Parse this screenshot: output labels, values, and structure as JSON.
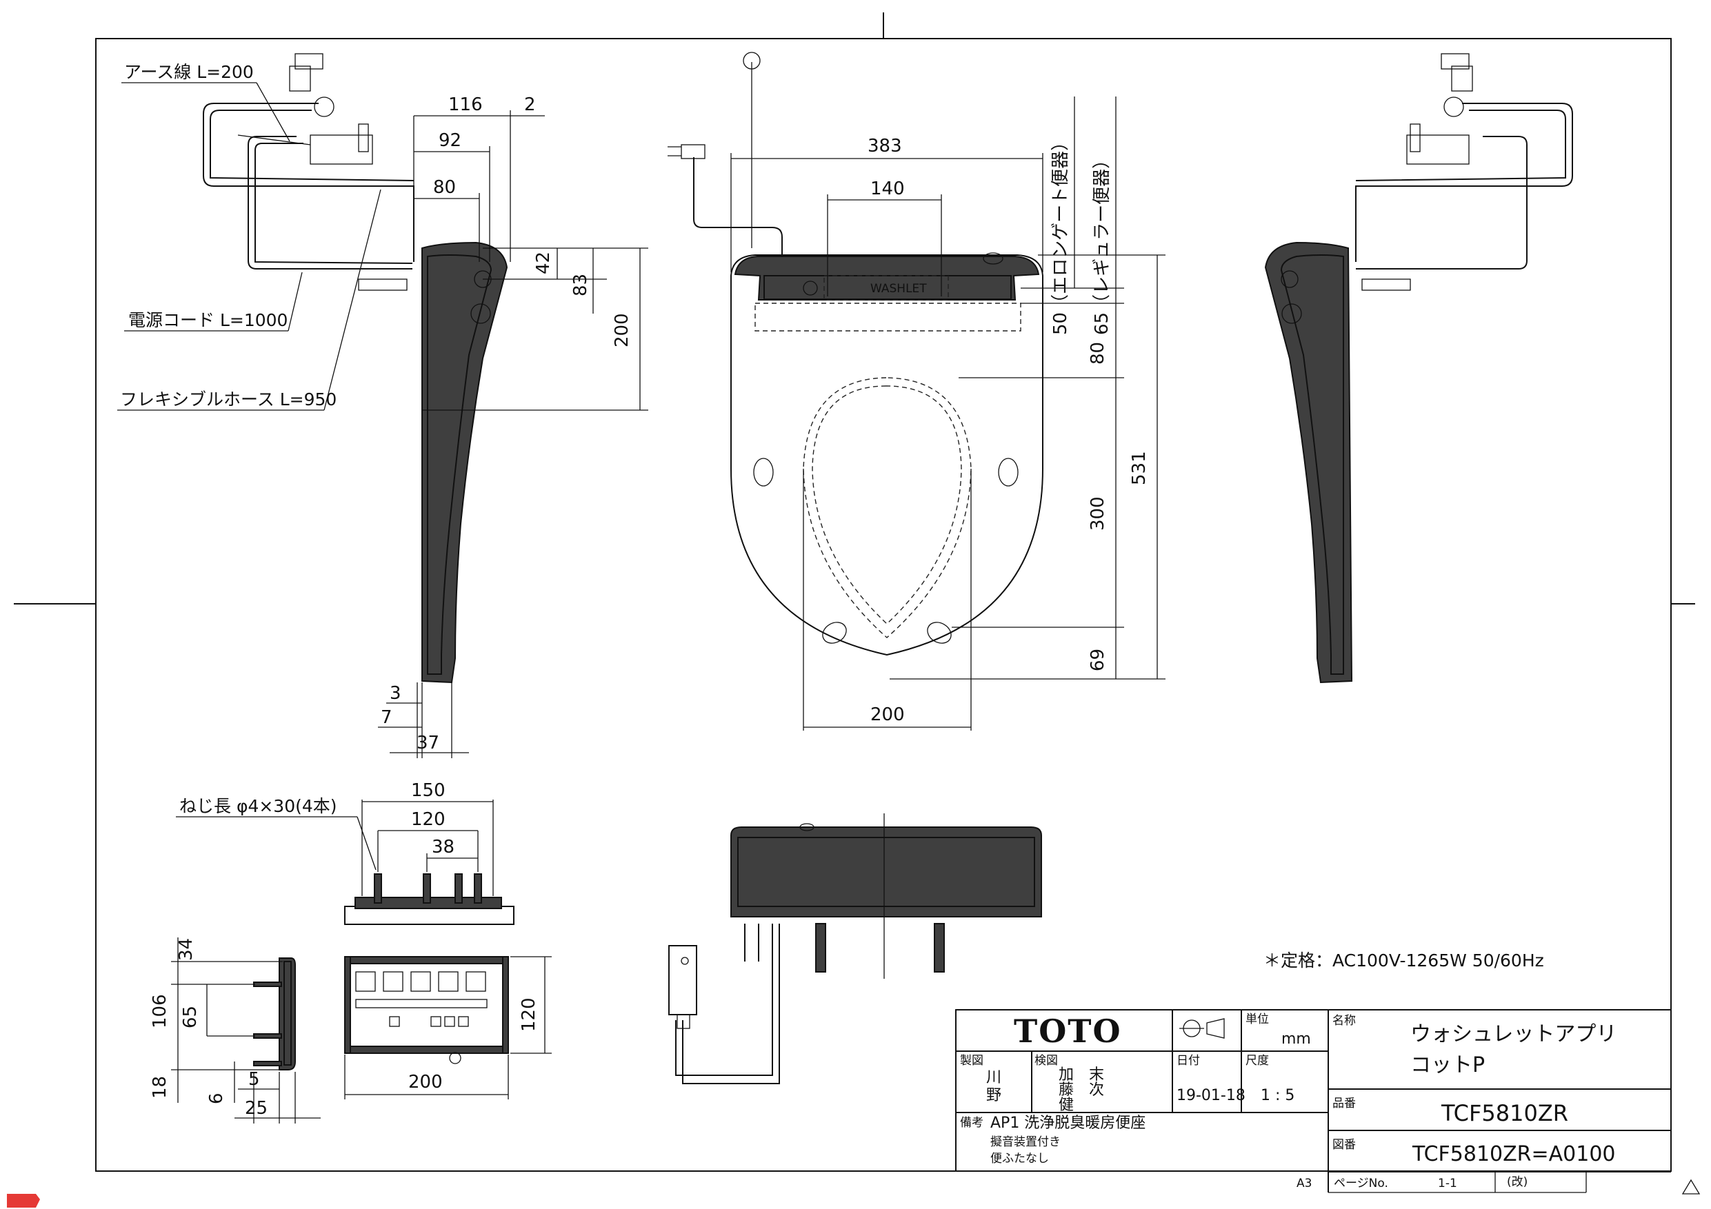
{
  "labels": {
    "earth_wire": "アース線 L=200",
    "power_cord": "電源コード L=1000",
    "flex_hose": "フレキシブルホース L=950",
    "screw": "ねじ長 φ4×30(4本)",
    "rating": "＊定格：AC100V-1265W 50/60Hz",
    "elongated": "50（エロンゲート便器）",
    "regular": "65（レギュラー便器）"
  },
  "dimensions": {
    "d116": "116",
    "d2": "2",
    "d92": "92",
    "d80": "80",
    "d42": "42",
    "d83": "83",
    "d200_side": "200",
    "d3": "3",
    "d7": "7",
    "d37": "37",
    "d383": "383",
    "d140": "140",
    "d80_front": "80",
    "d300": "300",
    "d69": "69",
    "d531": "531",
    "d200_bottom": "200",
    "d150": "150",
    "d120": "120",
    "d38": "38",
    "d34": "34",
    "d106": "106",
    "d65": "65",
    "d18": "18",
    "d6": "6",
    "d5": "5",
    "d25": "25",
    "d200_remote": "200",
    "d120_remote": "120"
  },
  "title_block": {
    "logo": "TOTO",
    "unit_label": "単位",
    "unit": "mm",
    "name_label": "名称",
    "name_line1": "ウォシュレットアプリ",
    "name_line2": "コットP",
    "drawn_label": "製図",
    "drawn_1": "川",
    "drawn_2": "野",
    "checked_label": "検図",
    "checked_1": "加　末",
    "checked_2": "藤　次",
    "checked_3": "健",
    "date_label": "日付",
    "date": "19-01-18",
    "scale_label": "尺度",
    "scale": "1 : 5",
    "part_label": "品番",
    "part": "TCF5810ZR",
    "drawing_label": "図番",
    "drawing": "TCF5810ZR=A0100",
    "remarks_label": "備考",
    "remark_1": "AP1 洗浄脱臭暖房便座",
    "remark_2": "擬音装置付き",
    "remark_3": "便ふたなし",
    "paper": "A3",
    "page_label": "ページNo.",
    "page": "1-1",
    "rev_label": "(改)",
    "seat_brand": "WASHLET"
  },
  "colors": {
    "body": "#3f3f3f",
    "line": "#111111",
    "accent": "#e53935"
  }
}
